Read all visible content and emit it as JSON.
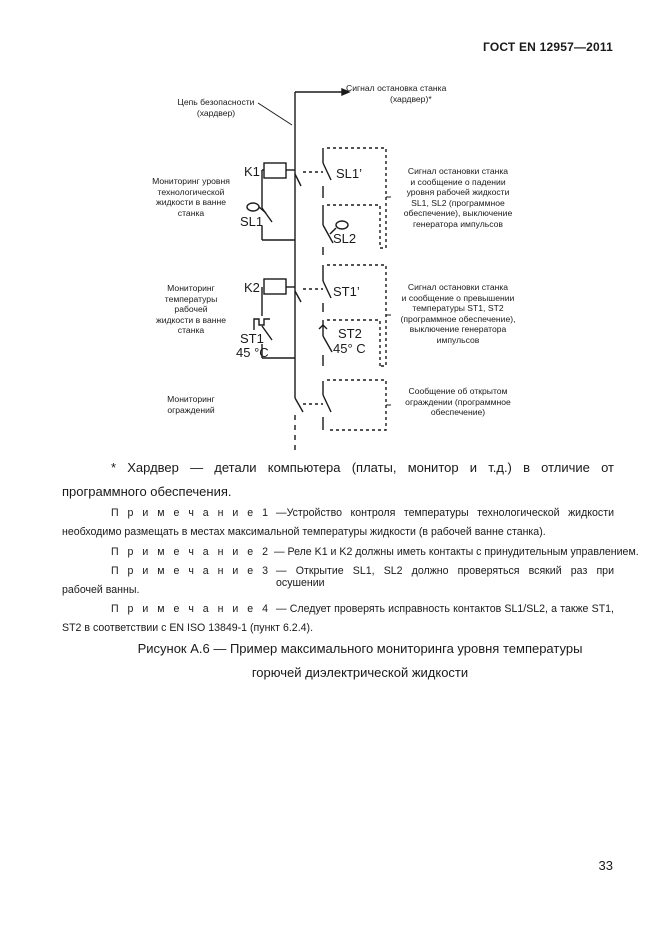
{
  "header": {
    "doc_id": "ГОСТ EN 12957—2011"
  },
  "diagram": {
    "top_signal": [
      "Сигнал остановка станка",
      "(хардвер)*"
    ],
    "safety_chain": [
      "Цепь безопасности",
      "(хардвер)"
    ],
    "left": {
      "level": [
        "Мониторинг уровня",
        "технологической",
        "жидкости в ванне",
        "станка"
      ],
      "temp": [
        "Мониторинг",
        "температуры",
        "рабочей",
        "жидкости в ванне",
        "станка"
      ],
      "guard": [
        "Мониторинг",
        "ограждений"
      ]
    },
    "right": {
      "level": [
        "Сигнал остановки станка",
        "и сообщение о падении",
        "уровня рабочей жидкости",
        "SL1, SL2 (программное",
        "обеспечение), выключение",
        "генератора импульсов"
      ],
      "temp": [
        "Сигнал остановки станка",
        "и сообщение о превышении",
        "температуры ST1, ST2",
        "(программное обеспечение),",
        "выключение генератора",
        "импульсов"
      ],
      "guard": [
        "Сообщение об открытом",
        "ограждении (программное",
        "обеспечение)"
      ]
    },
    "labels": {
      "k1": "K1",
      "sl1": "SL1",
      "sl1p": "SL1’",
      "sl2": "SL2",
      "k2": "K2",
      "st1p": "ST1’",
      "st1": "ST1",
      "st1_temp": "45 °C",
      "st2": "ST2",
      "st2_temp": "45° C"
    }
  },
  "footnote": {
    "line1": "* Хардвер — детали компьютера (платы, монитор и т.д.) в отличие от",
    "line2": "программного обеспечения."
  },
  "notes": [
    {
      "prefix": "П р и м е ч а н и е  1",
      "line1": "—Устройство контроля температуры технологической жидкости",
      "line2": "необходимо размещать в местах максимальной температуры жидкости (в рабочей ванне станка)."
    },
    {
      "prefix": "П р и м е ч а н и е  2",
      "line1": "— Реле K1 и K2 должны иметь контакты с принудительным управлением."
    },
    {
      "prefix": "П р и м е ч а н и е  3",
      "line1": "— Открытие SL1, SL2 должно проверяться всякий раз при осушении",
      "line2": "рабочей ванны."
    },
    {
      "prefix": "П р и м е ч а н и е 4",
      "line1": "— Следует проверять исправность контактов SL1/SL2, а также ST1,",
      "line2": "ST2 в соответствии с EN ISO 13849-1 (пункт 6.2.4)."
    }
  ],
  "caption": {
    "line1": "Рисунок А.6 — Пример максимального мониторинга уровня температуры",
    "line2": "горючей диэлектрической жидкости"
  },
  "page_number": "33"
}
